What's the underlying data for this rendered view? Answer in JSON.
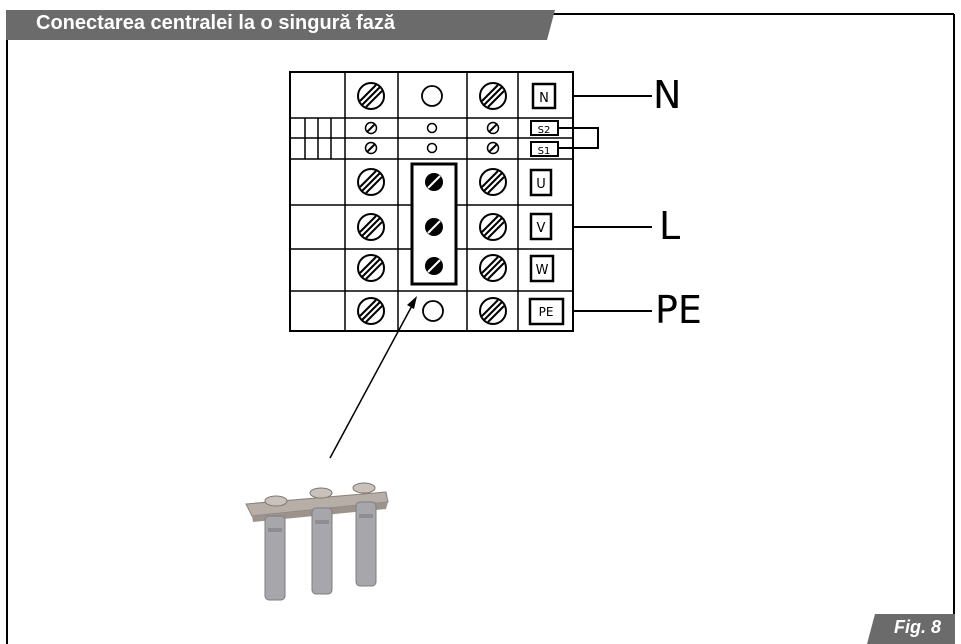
{
  "header": {
    "title": "Conectarea centralei la o singură fază"
  },
  "figure": {
    "label": "Fig. 8"
  },
  "terminal_labels": [
    "N",
    "S2",
    "S1",
    "U",
    "V",
    "W",
    "PE"
  ],
  "connection_labels": {
    "n": "N",
    "l": "L",
    "pe": "PE"
  },
  "colors": {
    "banner": "#6b6b6b",
    "line": "#000000",
    "background": "#ffffff"
  }
}
